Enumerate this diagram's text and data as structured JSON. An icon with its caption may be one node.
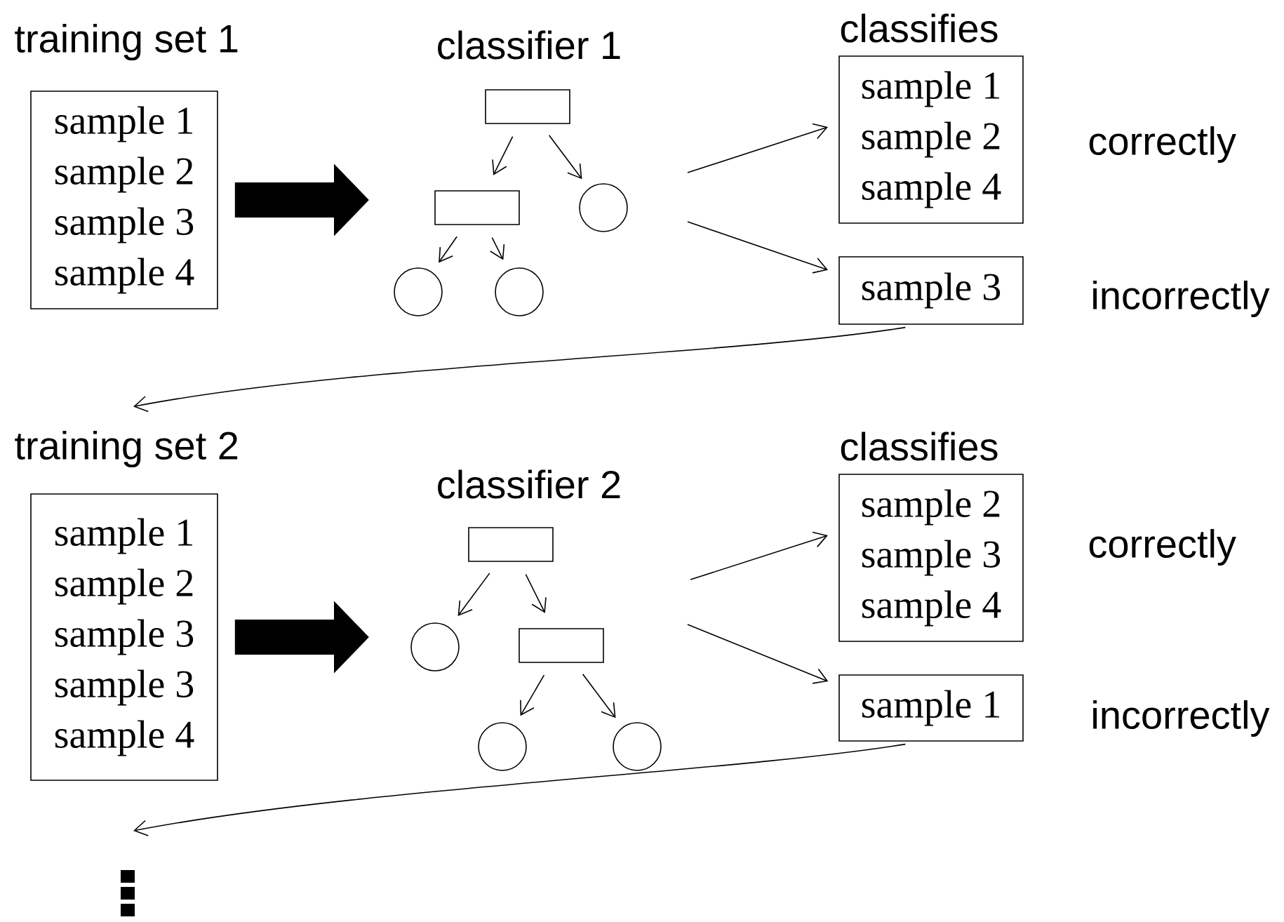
{
  "diagram": {
    "nodes": [
      {
        "text": [
          "training set 1",
          "sample 1",
          "sample 2",
          "sample 3",
          "sample 4"
        ]
      },
      {
        "text": [],
        "shape": "box"
      },
      {
        "text": [],
        "shape": "box"
      },
      {
        "text": [],
        "shape": "circle"
      },
      {
        "text": [],
        "shape": "circle"
      },
      {
        "text": [],
        "shape": "circle"
      },
      {
        "text": [
          "classifies",
          "sample 1",
          "sample 2",
          "sample 4"
        ],
        "beside": [
          "correctly"
        ]
      },
      {
        "text": [
          "sample 3"
        ],
        "beside": [
          "incorrectly"
        ]
      },
      {
        "text": [
          "training set 2",
          "sample 1",
          "sample 2",
          "sample 3",
          "sample 3",
          "sample 4"
        ]
      },
      {
        "text": [],
        "shape": "box"
      },
      {
        "text": [],
        "shape": "circle"
      },
      {
        "text": [],
        "shape": "box"
      },
      {
        "text": [],
        "shape": "circle"
      },
      {
        "text": [],
        "shape": "circle"
      },
      {
        "text": [
          "classifies",
          "sample 2",
          "sample 3",
          "sample 4"
        ],
        "beside": [
          "correctly"
        ]
      },
      {
        "text": [
          "sample 1"
        ],
        "beside": [
          "incorrectly"
        ]
      }
    ],
    "edges": [
      {
        "from": 0,
        "to": null,
        "arrow": "to",
        "style": "thick"
      },
      {
        "from": 1,
        "to": 2,
        "arrow": "to"
      },
      {
        "from": 1,
        "to": 3,
        "arrow": "to"
      },
      {
        "from": 2,
        "to": 4,
        "arrow": "to"
      },
      {
        "from": 2,
        "to": 5,
        "arrow": "to"
      },
      {
        "from": null,
        "to": 6,
        "arrow": "to"
      },
      {
        "from": null,
        "to": 7,
        "arrow": "to"
      },
      {
        "from": 7,
        "to": 8,
        "arrow": "to"
      },
      {
        "from": 8,
        "to": null,
        "arrow": "to",
        "style": "thick"
      },
      {
        "from": 9,
        "to": 10,
        "arrow": "to"
      },
      {
        "from": 9,
        "to": 11,
        "arrow": "to"
      },
      {
        "from": 11,
        "to": 12,
        "arrow": "to"
      },
      {
        "from": 11,
        "to": 13,
        "arrow": "to"
      },
      {
        "from": null,
        "to": 14,
        "arrow": "to"
      },
      {
        "from": null,
        "to": 15,
        "arrow": "to"
      },
      {
        "from": 15,
        "to": null,
        "arrow": "to"
      }
    ],
    "labels": [
      "classifier 1",
      "classifier 2"
    ]
  }
}
